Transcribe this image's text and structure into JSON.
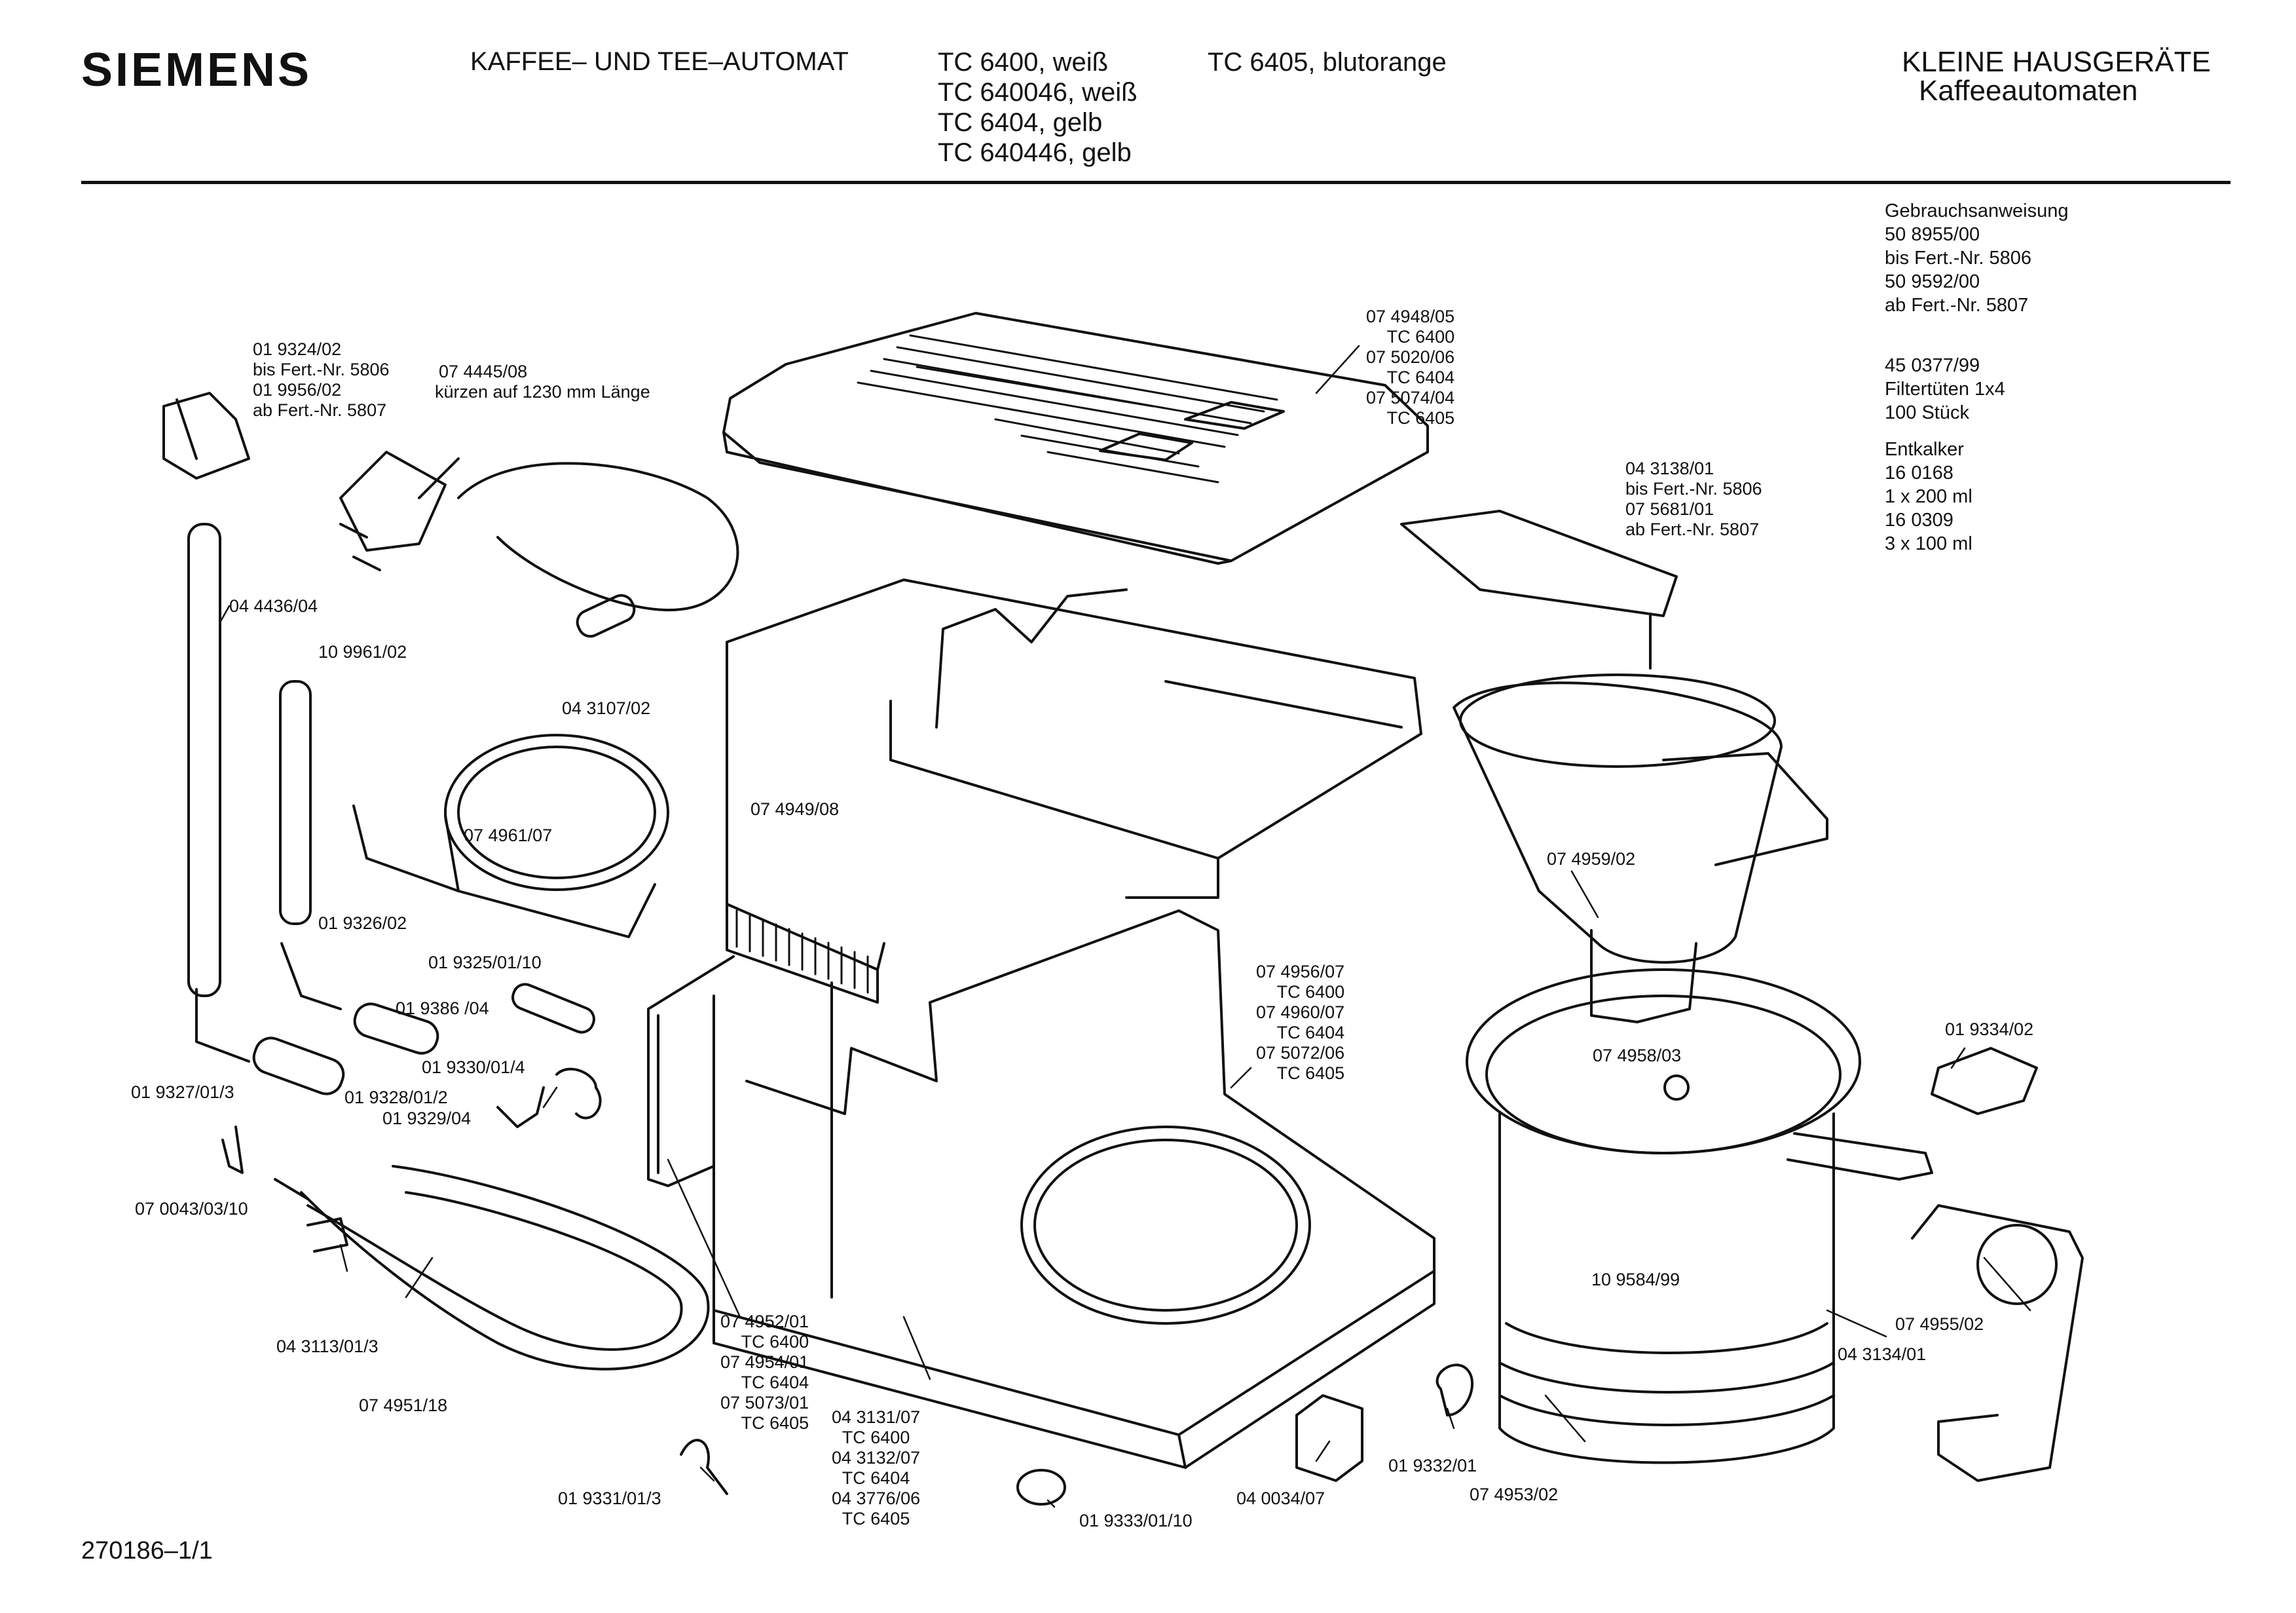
{
  "header": {
    "brand": "SIEMENS",
    "product": "KAFFEE– UND TEE–AUTOMAT",
    "models_left": [
      "TC 6400, weiß",
      "TC 640046, weiß",
      "TC 6404, gelb",
      "TC 640446, gelb"
    ],
    "models_right": [
      "TC 6405, blutorange"
    ],
    "category": "KLEINE HAUSGERÄTE",
    "subcategory": "Kaffeeautomaten"
  },
  "notes": {
    "manual": [
      "Gebrauchsanweisung",
      "50 8955/00",
      "bis Fert.-Nr. 5806",
      "50 9592/00",
      "ab Fert.-Nr. 5807"
    ],
    "filters": [
      "45 0377/99",
      "Filtertüten 1x4",
      "100 Stück"
    ],
    "descaler": [
      "Entkalker",
      "16 0168",
      "1 x 200 ml",
      "16 0309",
      "3 x 100 ml"
    ]
  },
  "labels": {
    "switch_cap": [
      "01 9324/02",
      "bis Fert.-Nr. 5806",
      "01 9956/02",
      "ab Fert.-Nr. 5807"
    ],
    "cord": [
      "07 4445/08",
      "kürzen auf 1230 mm Länge"
    ],
    "lid": [
      "07  4948/05",
      "TC 6400",
      "07 5020/06",
      "TC 6404",
      "07  5074/04",
      "TC 6405"
    ],
    "filter_lid": [
      "04 3138/01",
      "bis Fert.-Nr. 5806",
      "07 5681/01",
      "ab Fert.-Nr. 5807"
    ],
    "riser_tube": "04 4436/04",
    "short_tube": "10 9961/02",
    "seal_ring": "04 3107/02",
    "heater_ring": "07 4961/07",
    "tank": "07 4949/08",
    "filter_holder": "07 4959/02",
    "elbow_a": "01 9326/02",
    "clip_a": "01 9325/01/10",
    "sleeve": "01 9386 /04",
    "hose_a": "01 9330/01/4",
    "elbow_b": "01 9327/01/3",
    "hose_b": "01 9328/01/2",
    "connector": "01 9329/04",
    "fuse": "07 0043/03/10",
    "bracket": "04  3113/01/3",
    "heating_element": "07 4951/18",
    "base": [
      "07  4956/07",
      "TC 6400",
      "07 4960/07",
      "TC 6404",
      "07 5072/06",
      "TC 6405"
    ],
    "jug_lid": "07 4958/03",
    "jug_clip": "01 9334/02",
    "jug": "10  9584/99",
    "jug_handle": "07 4955/02",
    "band": "04 3134/01",
    "side_panel": [
      "07 4952/01",
      "TC 6400",
      "07 4954/01",
      "TC 6404",
      "07  5073/01",
      "TC 6405"
    ],
    "bottom_plate": [
      "04 3131/07",
      "TC 6400",
      "04 3132/07",
      "TC 6404",
      "04  3776/06",
      "TC 6405"
    ],
    "wire_clip": "01  9331/01/3",
    "foot": "01  9333/01/10",
    "switch": "04  0034/07",
    "knob": "01 9332/01",
    "jug_ring": "07 4953/02"
  },
  "footer": "270186–1/1"
}
